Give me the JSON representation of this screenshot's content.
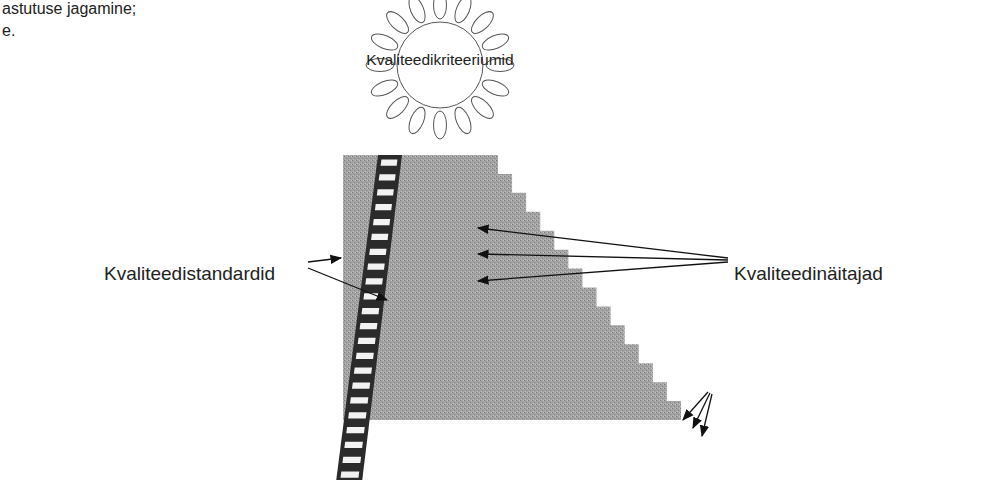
{
  "diagram": {
    "nodes": [
      {
        "text": [
          "Kvaliteedikriteeriumid"
        ]
      }
    ],
    "labels": [
      "astutuse jagamine;",
      "e.",
      "Kvaliteedistandardid",
      "Kvaliteedinäitajad"
    ]
  }
}
